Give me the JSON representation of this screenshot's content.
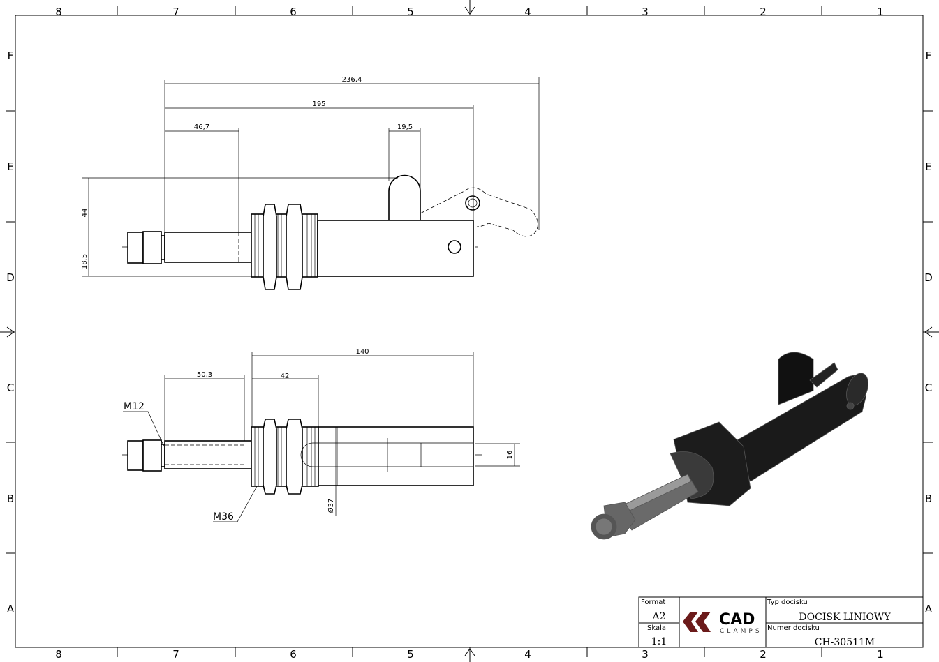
{
  "grid": {
    "columns": [
      "8",
      "7",
      "6",
      "5",
      "4",
      "3",
      "2",
      "1"
    ],
    "rows": [
      "F",
      "E",
      "D",
      "C",
      "B",
      "A"
    ]
  },
  "top_view": {
    "dimensions": [
      "236,4",
      "195",
      "46,7",
      "19,5",
      "44",
      "18,5"
    ]
  },
  "front_view": {
    "dimensions": [
      "140",
      "50,3",
      "42",
      "16",
      "Ø37"
    ],
    "thread_labels": [
      "M12",
      "M36"
    ]
  },
  "title_block": {
    "format_label": "Format",
    "format_value": "A2",
    "scale_label": "Skala",
    "scale_value": "1:1",
    "logo_main": "CAD",
    "logo_sub": "CLAMPS",
    "type_label": "Typ docisku",
    "type_value": "DOCISK LINIOWY",
    "number_label": "Numer docisku",
    "number_value": "CH-30511M"
  },
  "colors": {
    "logo": "#6b1a1a",
    "part_3d": "#1a1a1a"
  }
}
